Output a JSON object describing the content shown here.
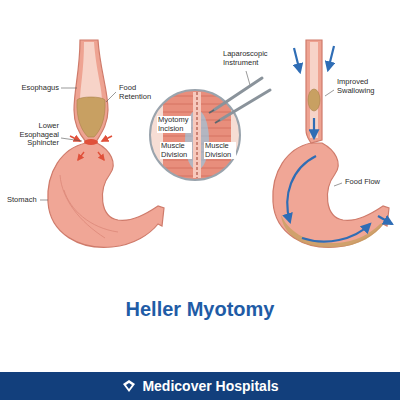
{
  "diagram": {
    "title": "Heller Myotomy",
    "nodes": [
      {
        "text": [
          "Medicover Hospitals"
        ]
      }
    ],
    "labels": [
      "Esophagus",
      "Food Retention",
      "Lower Esophageal Sphincter",
      "Stomach",
      "Laparoscopic Instrument",
      "Myotomy Incision",
      "Muscle Division",
      "Muscle Division",
      "Improved Swallowing",
      "Food Flow"
    ]
  }
}
